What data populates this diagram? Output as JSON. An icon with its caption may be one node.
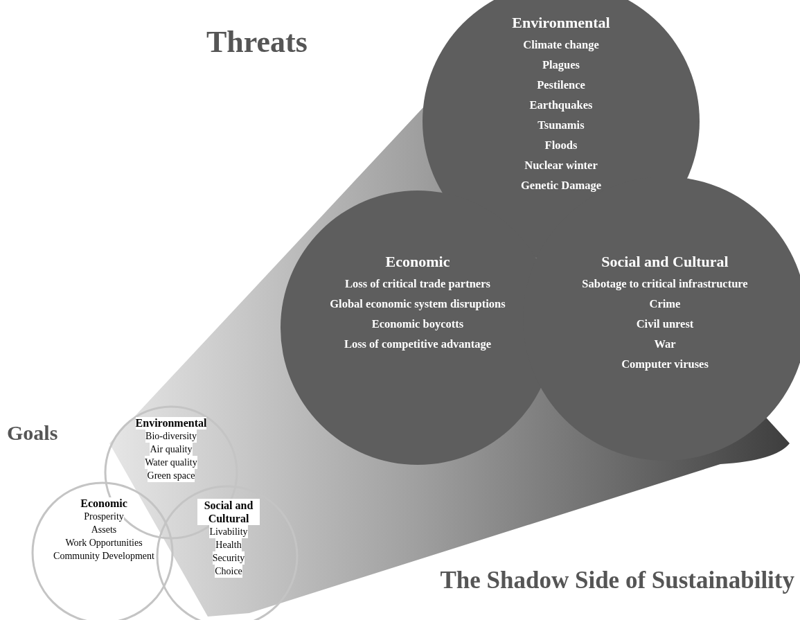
{
  "diagram": {
    "title": "The Shadow Side of Sustainability",
    "nodes": [
      {
        "text": [
          "Environmental",
          "Climate change",
          "Plagues",
          "Pestilence",
          "Earthquakes",
          "Tsunamis",
          "Floods",
          "Nuclear winter",
          "Genetic Damage"
        ]
      },
      {
        "text": [
          "Economic",
          "Loss of critical trade partners",
          "Global economic system disruptions",
          "Economic boycotts",
          "Loss of competitive advantage"
        ]
      },
      {
        "text": [
          "Social and Cultural",
          "Sabotage to critical infrastructure",
          "Crime",
          "Civil unrest",
          "War",
          "Computer viruses"
        ]
      },
      {
        "text": [
          "Environmental",
          "Bio-diversity",
          "Air quality",
          "Water quality",
          "Green space"
        ]
      },
      {
        "text": [
          "Economic",
          "Prosperity",
          "Assets",
          "Work Opportunities",
          "Community Development"
        ]
      },
      {
        "text": [
          "Social and Cultural",
          "Livability",
          "Health",
          "Security",
          "Choice"
        ]
      }
    ],
    "labels": [
      "Threats",
      "Goals"
    ]
  }
}
